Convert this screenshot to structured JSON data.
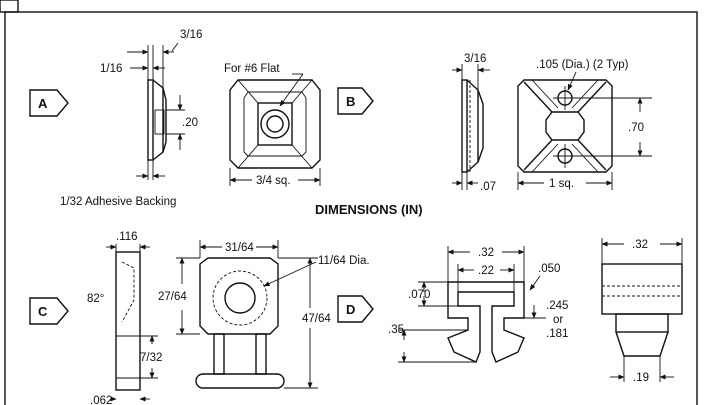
{
  "heading": "DIMENSIONS (IN)",
  "sections": {
    "a": {
      "label": "A",
      "dims": {
        "d1": "3/16",
        "d2": "1/16",
        "d3": ".20"
      },
      "note": "For #6 Flat",
      "side_dim": "3/4 sq.",
      "backing": "1/32 Adhesive Backing"
    },
    "b": {
      "label": "B",
      "dims": {
        "d1": "3/16",
        "d2": ".07",
        "d3": ".70",
        "d4": "1 sq."
      },
      "hole_note": ".105 (Dia.) (2 Typ)"
    },
    "c": {
      "label": "C",
      "dims": {
        "d1": ".116",
        "d2": "82°",
        "d3": "7/32",
        "d4": ".062",
        "d5": "31/64",
        "d6": "27/64",
        "d7": "47/64",
        "d8": "11/64 Dia."
      }
    },
    "d": {
      "label": "D",
      "dims": {
        "d1": ".32",
        "d2": ".22",
        "d3": ".050",
        "d4": ".070",
        "d5": ".245",
        "d6": "or",
        "d7": ".181",
        "d8": ".35",
        "d9": ".32",
        "d10": ".19"
      }
    }
  }
}
